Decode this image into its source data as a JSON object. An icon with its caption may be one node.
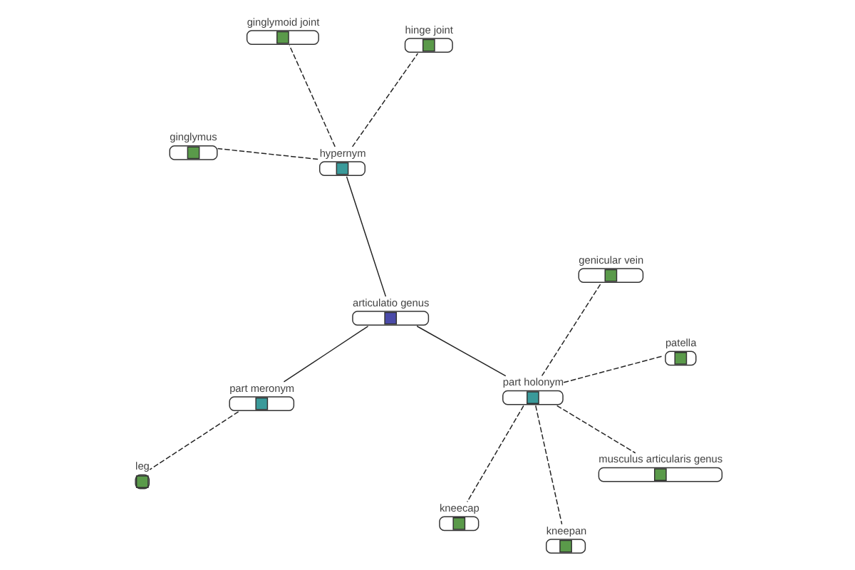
{
  "diagram": {
    "nodes": [
      {
        "text": [
          "leg"
        ]
      },
      {
        "text": [
          "part meronym"
        ]
      },
      {
        "text": [
          "articulatio genus"
        ]
      },
      {
        "text": [
          "hypernym"
        ]
      },
      {
        "text": [
          "hinge joint"
        ]
      },
      {
        "text": [
          "ginglymoid joint"
        ]
      },
      {
        "text": [
          "ginglymus"
        ]
      },
      {
        "text": [
          "part holonym"
        ]
      },
      {
        "text": [
          "kneecap"
        ]
      },
      {
        "text": [
          "musculus articularis genus"
        ]
      },
      {
        "text": [
          "kneepan"
        ]
      },
      {
        "text": [
          "genicular vein"
        ]
      },
      {
        "text": [
          "patella"
        ]
      }
    ],
    "edges": [
      {
        "from": 2,
        "to": 1,
        "arrow": "none"
      },
      {
        "from": 1,
        "to": 0,
        "arrow": "none",
        "style": "dashed"
      },
      {
        "from": 2,
        "to": 3,
        "arrow": "none"
      },
      {
        "from": 3,
        "to": 4,
        "arrow": "none",
        "style": "dashed"
      },
      {
        "from": 3,
        "to": 5,
        "arrow": "none",
        "style": "dashed"
      },
      {
        "from": 3,
        "to": 6,
        "arrow": "none",
        "style": "dashed"
      },
      {
        "from": 2,
        "to": 7,
        "arrow": "none"
      },
      {
        "from": 7,
        "to": 8,
        "arrow": "none",
        "style": "dashed"
      },
      {
        "from": 7,
        "to": 9,
        "arrow": "none",
        "style": "dashed"
      },
      {
        "from": 7,
        "to": 10,
        "arrow": "none",
        "style": "dashed"
      },
      {
        "from": 7,
        "to": 11,
        "arrow": "none",
        "style": "dashed"
      },
      {
        "from": 7,
        "to": 12,
        "arrow": "none",
        "style": "dashed"
      }
    ]
  }
}
